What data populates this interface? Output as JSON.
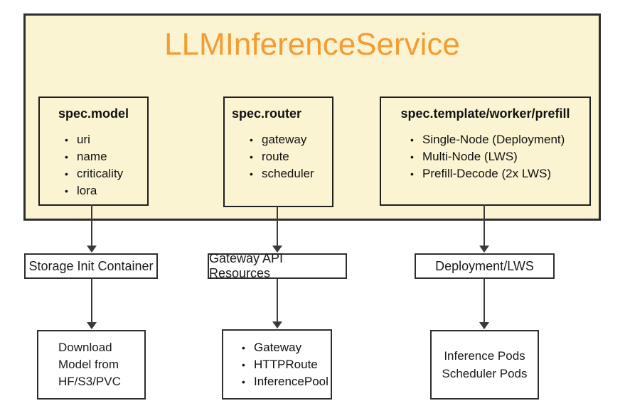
{
  "diagram": {
    "title": "LLMInferenceService",
    "colors": {
      "container_fill": "#FBF4D2",
      "title_text": "#F49C32",
      "box_border": "#1f1f1f",
      "arrow": "#3a3a3a",
      "text": "#111111"
    },
    "spec_boxes": [
      {
        "header": "spec.model",
        "items": [
          "uri",
          "name",
          "criticality",
          "lora"
        ]
      },
      {
        "header": "spec.router",
        "items": [
          "gateway",
          "route",
          "scheduler"
        ]
      },
      {
        "header": "spec.template/worker/prefill",
        "items": [
          "Single-Node (Deployment)",
          "Multi-Node (LWS)",
          "Prefill-Decode (2x LWS)"
        ]
      }
    ],
    "mid_boxes": [
      "Storage Init Container",
      "Gateway API Resources",
      "Deployment/LWS"
    ],
    "bottom_boxes": [
      {
        "lines": [
          "Download",
          "Model from",
          "HF/S3/PVC"
        ]
      },
      {
        "items": [
          "Gateway",
          "HTTPRoute",
          "InferencePool"
        ]
      },
      {
        "lines": [
          "Inference Pods",
          "Scheduler Pods"
        ]
      }
    ]
  }
}
